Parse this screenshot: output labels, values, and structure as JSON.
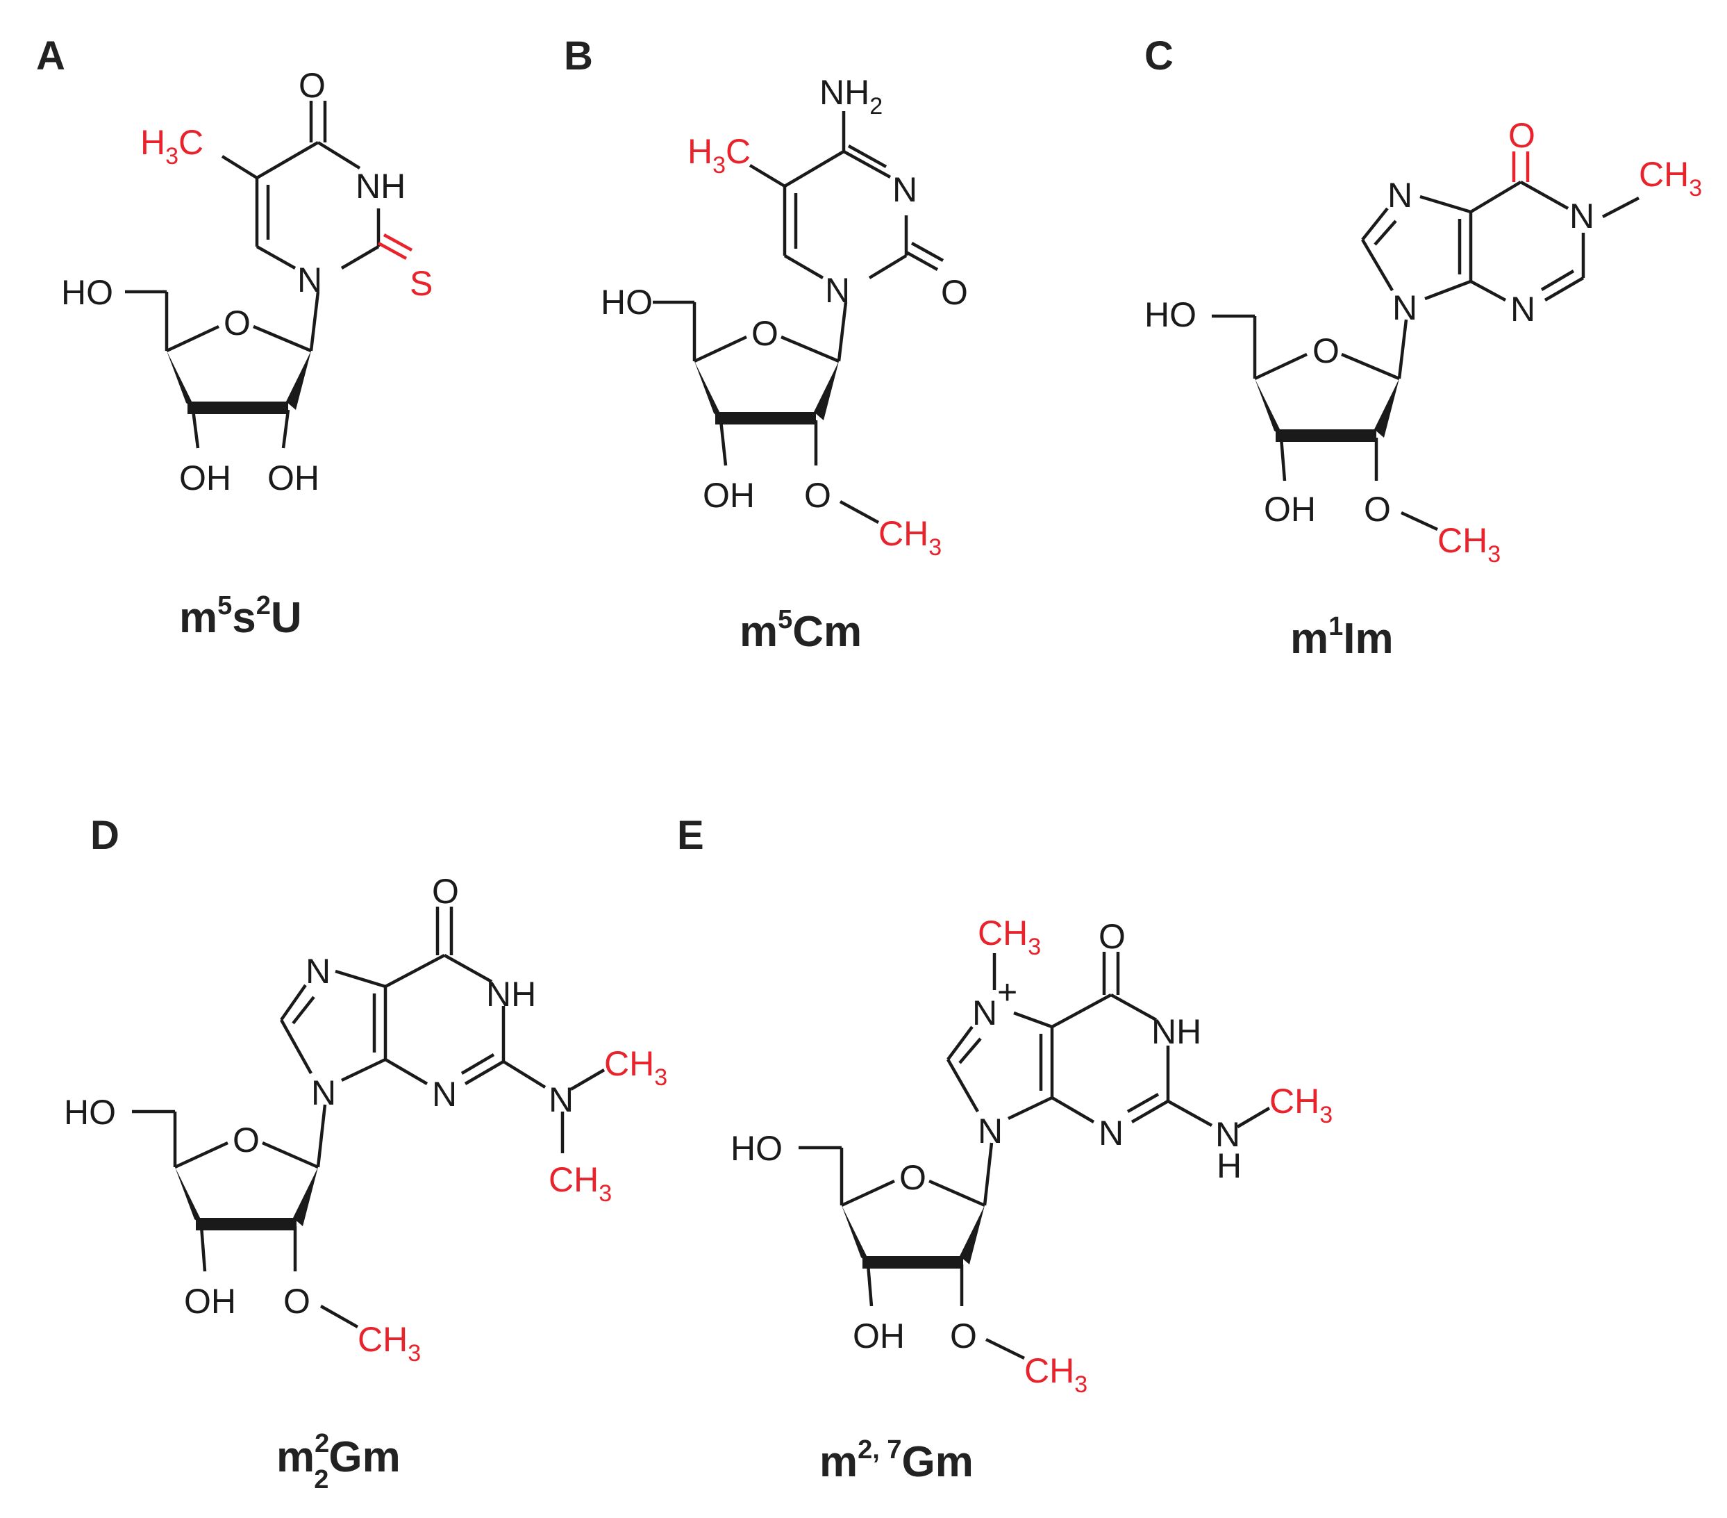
{
  "colors": {
    "ink": "#1a1a1a",
    "highlight": "#e8232b",
    "label": "#222222"
  },
  "panels": [
    {
      "label": "A",
      "name": "m",
      "name_sup1": "5",
      "name_mid": "s",
      "name_sup2": "2",
      "name_tail": "U",
      "atoms": {
        "o_top": "O",
        "nh": "NH",
        "s": "S",
        "n1": "N",
        "ho": "HO",
        "o_ring": "O",
        "oh1": "OH",
        "oh2": "OH",
        "h3c_h": "H",
        "h3c_3": "3",
        "h3c_c": "C"
      }
    },
    {
      "label": "B",
      "name": "m",
      "name_sup1": "5",
      "name_tail": "Cm",
      "atoms": {
        "nh2_nh": "NH",
        "nh2_2": "2",
        "n3": "N",
        "o2": "O",
        "n1": "N",
        "ho": "HO",
        "o_ring": "O",
        "oh": "OH",
        "o_me": "O",
        "ch3_c": "CH",
        "ch3_3": "3",
        "h3c_h": "H",
        "h3c_3": "3",
        "h3c_c": "C"
      }
    },
    {
      "label": "C",
      "name": "m",
      "name_sup1": "1",
      "name_tail": "Im",
      "atoms": {
        "o6": "O",
        "n1": "N",
        "ch3_c": "CH",
        "ch3_3": "3",
        "n7": "N",
        "n9": "N",
        "n3": "N",
        "ho": "HO",
        "o_ring": "O",
        "oh": "OH",
        "o_me": "O",
        "ch3b_c": "CH",
        "ch3b_3": "3"
      }
    },
    {
      "label": "D",
      "name": "m",
      "name_sup1": "2",
      "name_sub1": "2",
      "name_tail": "Gm",
      "atoms": {
        "o6": "O",
        "nh": "NH",
        "n7": "N",
        "n9": "N",
        "n3": "N",
        "n_amine": "N",
        "me1_c": "CH",
        "me1_3": "3",
        "me2_c": "CH",
        "me2_3": "3",
        "ho": "HO",
        "o_ring": "O",
        "oh": "OH",
        "o_me": "O",
        "ch3_c": "CH",
        "ch3_3": "3"
      }
    },
    {
      "label": "E",
      "name": "m",
      "name_sup1": "2, 7",
      "name_tail": "Gm",
      "atoms": {
        "ch3_top_c": "CH",
        "ch3_top_3": "3",
        "n7": "N",
        "plus": "+",
        "o6": "O",
        "nh": "NH",
        "n9": "N",
        "n3": "N",
        "nh_amine_n": "N",
        "nh_amine_h": "H",
        "me_c": "CH",
        "me_3": "3",
        "ho": "HO",
        "o_ring": "O",
        "oh": "OH",
        "o_me": "O",
        "ch3_c": "CH",
        "ch3_3": "3"
      }
    }
  ]
}
